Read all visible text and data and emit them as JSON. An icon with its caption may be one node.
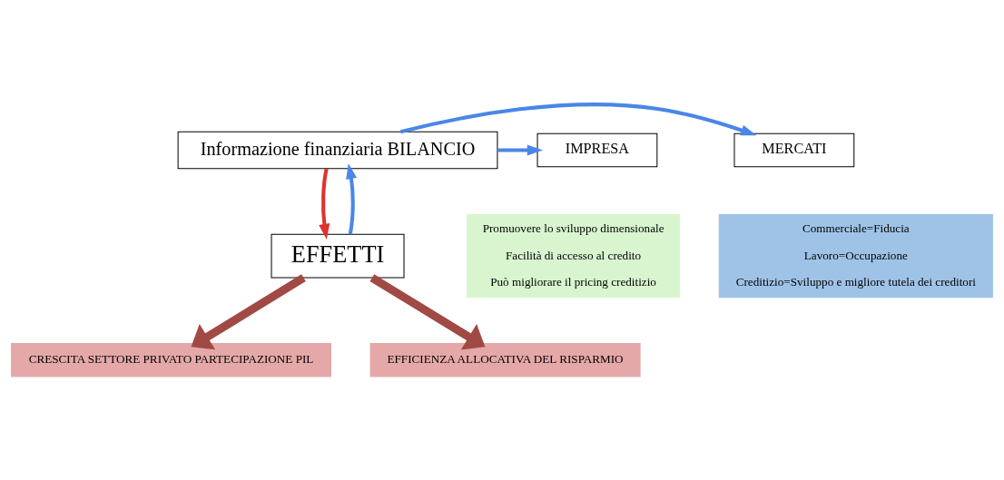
{
  "diagram": {
    "nodes": [
      {
        "text": [
          "MERCATI"
        ]
      },
      {
        "text": [
          "Informazione finanziaria BILANCIO"
        ]
      },
      {
        "text": [
          "IMPRESA"
        ]
      },
      {
        "text": [
          "Commerciale=Fiducia",
          "Lavoro=Occupazione",
          "Creditizio=Sviluppo e migliore tutela dei creditori"
        ]
      },
      {
        "text": [
          "Promuovere lo sviluppo dimensionale",
          "Facilità di accesso al credito",
          "Può migliorare il pricing creditizio"
        ]
      },
      {
        "text": [
          "EFFETTI"
        ]
      },
      {
        "text": [
          "CRESCITA SETTORE PRIVATO PARTECIPAZIONE PIL"
        ]
      },
      {
        "text": [
          "EFFICIENZA ALLOCATIVA DEL RISPARMIO"
        ]
      }
    ],
    "edges": [
      {
        "from": 1,
        "to": 0,
        "arrow": "to",
        "color": "#4a86e8"
      },
      {
        "from": 1,
        "to": 2,
        "arrow": "to",
        "color": "#4a86e8"
      },
      {
        "from": 5,
        "to": 1,
        "arrow": "to",
        "color": "#4a86e8"
      },
      {
        "from": 1,
        "to": 5,
        "arrow": "to",
        "color": "#e0322c"
      },
      {
        "from": 5,
        "to": 6,
        "arrow": "to",
        "style": "thick",
        "color": "#a14a45"
      },
      {
        "from": 5,
        "to": 7,
        "arrow": "to",
        "style": "thick",
        "color": "#a14a45"
      }
    ]
  }
}
